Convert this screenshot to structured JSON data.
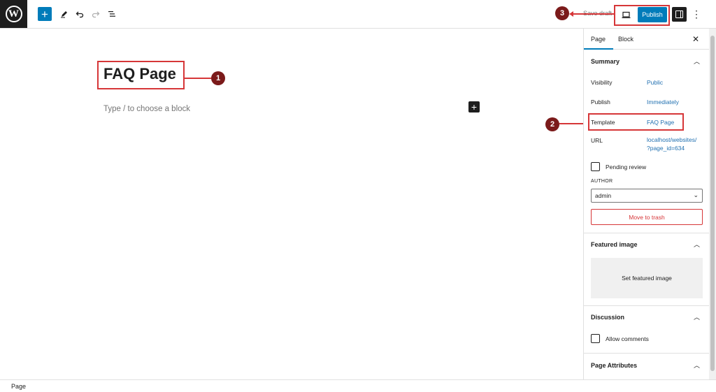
{
  "topbar": {
    "logo": "W",
    "icons": [
      "plus-icon",
      "pen-icon",
      "undo-icon",
      "redo-icon",
      "list-view-icon"
    ],
    "save_draft_label": "Save draft",
    "publish_label": "Publish",
    "more_icon": "⋮"
  },
  "editor": {
    "title": "FAQ Page",
    "block_placeholder": "Type / to choose a block"
  },
  "annotations": {
    "m1": "1",
    "m2": "2",
    "m3": "3",
    "color": "#d63638"
  },
  "sidebar": {
    "tabs": {
      "page": "Page",
      "block": "Block"
    },
    "summary": {
      "heading": "Summary",
      "visibility_label": "Visibility",
      "visibility_value": "Public",
      "publish_label": "Publish",
      "publish_value": "Immediately",
      "template_label": "Template",
      "template_value": "FAQ Page",
      "url_label": "URL",
      "url_line1": "localhost/websites/",
      "url_line2": "?page_id=634",
      "pending_review_label": "Pending review",
      "author_label": "AUTHOR",
      "author_value": "admin",
      "trash_label": "Move to trash"
    },
    "featured_image": {
      "heading": "Featured image",
      "button": "Set featured image"
    },
    "discussion": {
      "heading": "Discussion",
      "allow_comments_label": "Allow comments"
    },
    "page_attributes": {
      "heading": "Page Attributes"
    }
  },
  "footer": {
    "breadcrumb": "Page"
  },
  "colors": {
    "accent": "#007cba",
    "dark": "#1e1e1e",
    "danger": "#d63638",
    "marker": "#7b1a1a"
  }
}
